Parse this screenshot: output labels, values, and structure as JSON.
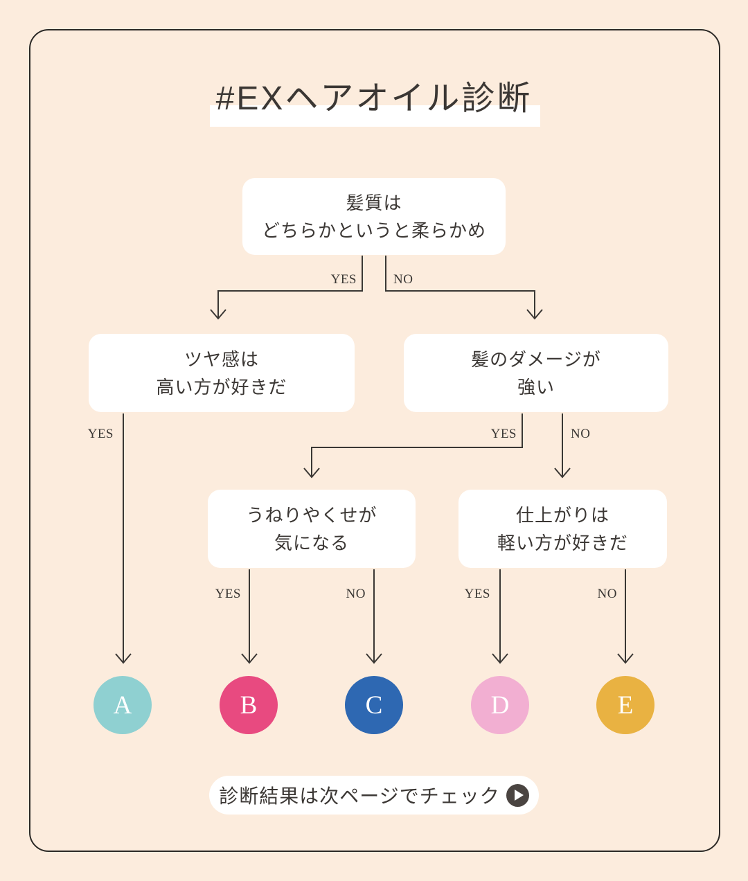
{
  "title": {
    "text": "#EXヘアオイル診断"
  },
  "labels": {
    "yes": "YES",
    "no": "NO"
  },
  "questions": {
    "q1": {
      "line1": "髪質は",
      "line2": "どちらかというと柔らかめ"
    },
    "q2": {
      "line1": "ツヤ感は",
      "line2": "高い方が好きだ"
    },
    "q3": {
      "line1": "髪のダメージが",
      "line2": "強い"
    },
    "q4": {
      "line1": "うねりやくせが",
      "line2": "気になる"
    },
    "q5": {
      "line1": "仕上がりは",
      "line2": "軽い方が好きだ"
    }
  },
  "results": {
    "a": {
      "letter": "A",
      "color": "#8fd0d1"
    },
    "b": {
      "letter": "B",
      "color": "#e84a80"
    },
    "c": {
      "letter": "C",
      "color": "#2e68b2"
    },
    "d": {
      "letter": "D",
      "color": "#f2afd2"
    },
    "e": {
      "letter": "E",
      "color": "#e9b242"
    }
  },
  "footer": {
    "text": "診断結果は次ページでチェック",
    "icon": "play-icon"
  },
  "colors": {
    "background": "#fcecdd",
    "panel_border": "#2b2926",
    "box_background": "#ffffff",
    "text": "#3b3734",
    "line": "#3a3734",
    "play_icon_background": "#4a4441"
  }
}
